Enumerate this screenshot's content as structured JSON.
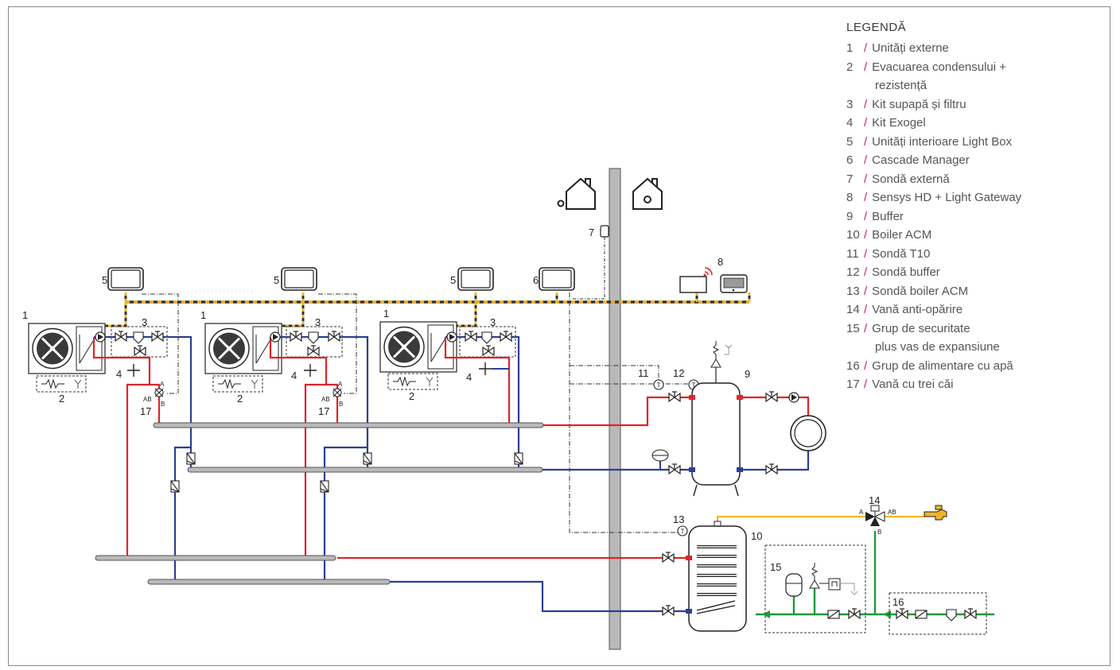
{
  "legend": {
    "title": "LEGENDĂ",
    "items": [
      {
        "num": "1",
        "text": "Unități externe"
      },
      {
        "num": "2",
        "text": "Evacuarea condensului +",
        "text2": "rezistență"
      },
      {
        "num": "3",
        "text": "Kit supapă și filtru"
      },
      {
        "num": "4",
        "text": "Kit Exogel"
      },
      {
        "num": "5",
        "text": "Unități interioare Light Box"
      },
      {
        "num": "6",
        "text": "Cascade Manager"
      },
      {
        "num": "7",
        "text": "Sondă externă"
      },
      {
        "num": "8",
        "text": "Sensys HD + Light Gateway"
      },
      {
        "num": "9",
        "text": "Buffer"
      },
      {
        "num": "10",
        "text": "Boiler ACM"
      },
      {
        "num": "11",
        "text": "Sondă T10"
      },
      {
        "num": "12",
        "text": "Sondă buffer"
      },
      {
        "num": "13",
        "text": "Sondă boiler ACM"
      },
      {
        "num": "14",
        "text": "Vană anti-opărire"
      },
      {
        "num": "15",
        "text": "Grup de securitate",
        "text2": "plus vas de expansiune"
      },
      {
        "num": "16",
        "text": "Grup de alimentare cu apă"
      },
      {
        "num": "17",
        "text": "Vană cu trei căi"
      }
    ]
  },
  "labels": {
    "l1": "1",
    "l2": "2",
    "l3": "3",
    "l4": "4",
    "l5": "5",
    "l6": "6",
    "l7": "7",
    "l8": "8",
    "l9": "9",
    "l10": "10",
    "l11": "11",
    "l12": "12",
    "l13": "13",
    "l14": "14",
    "l15": "15",
    "l16": "16",
    "l17": "17",
    "portA": "A",
    "portB": "B",
    "portAB": "AB",
    "sensorT": "T"
  },
  "colors": {
    "hot": "#e0242b",
    "cold": "#2b3f93",
    "water": "#1e9a3c",
    "dhw": "#f0b429",
    "bus_dark": "#3a3a3a",
    "accent": "#d6204c",
    "wall": "#b9b9b9"
  },
  "icons": [
    "outdoor-house-icon",
    "indoor-house-icon",
    "fan-icon",
    "pump-icon",
    "valve-icon",
    "sensor-icon",
    "faucet-icon",
    "wifi-icon",
    "thermostat-icon",
    "heat-emitter-icon"
  ]
}
